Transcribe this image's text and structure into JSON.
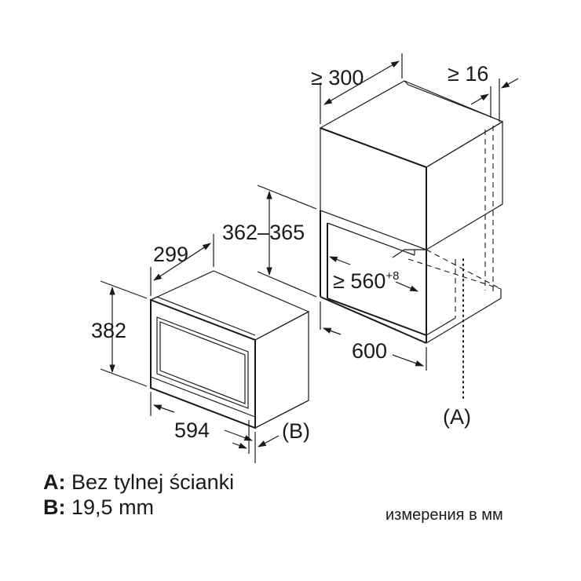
{
  "dimensions": {
    "niche_depth": "≥ 300",
    "wall_gap": "≥ 16",
    "opening_height": "362–365",
    "inner_width": "≥ 560",
    "inner_width_tolerance": "+8",
    "niche_width": "600",
    "appliance_depth": "299",
    "appliance_height": "382",
    "appliance_width": "594"
  },
  "references": {
    "a": "(A)",
    "b": "(B)"
  },
  "legend": {
    "a_key": "A:",
    "a_text": "Bez tylnej ścianki",
    "b_key": "B:",
    "b_text": "19,5 mm"
  },
  "units_note": "измерения в мм"
}
